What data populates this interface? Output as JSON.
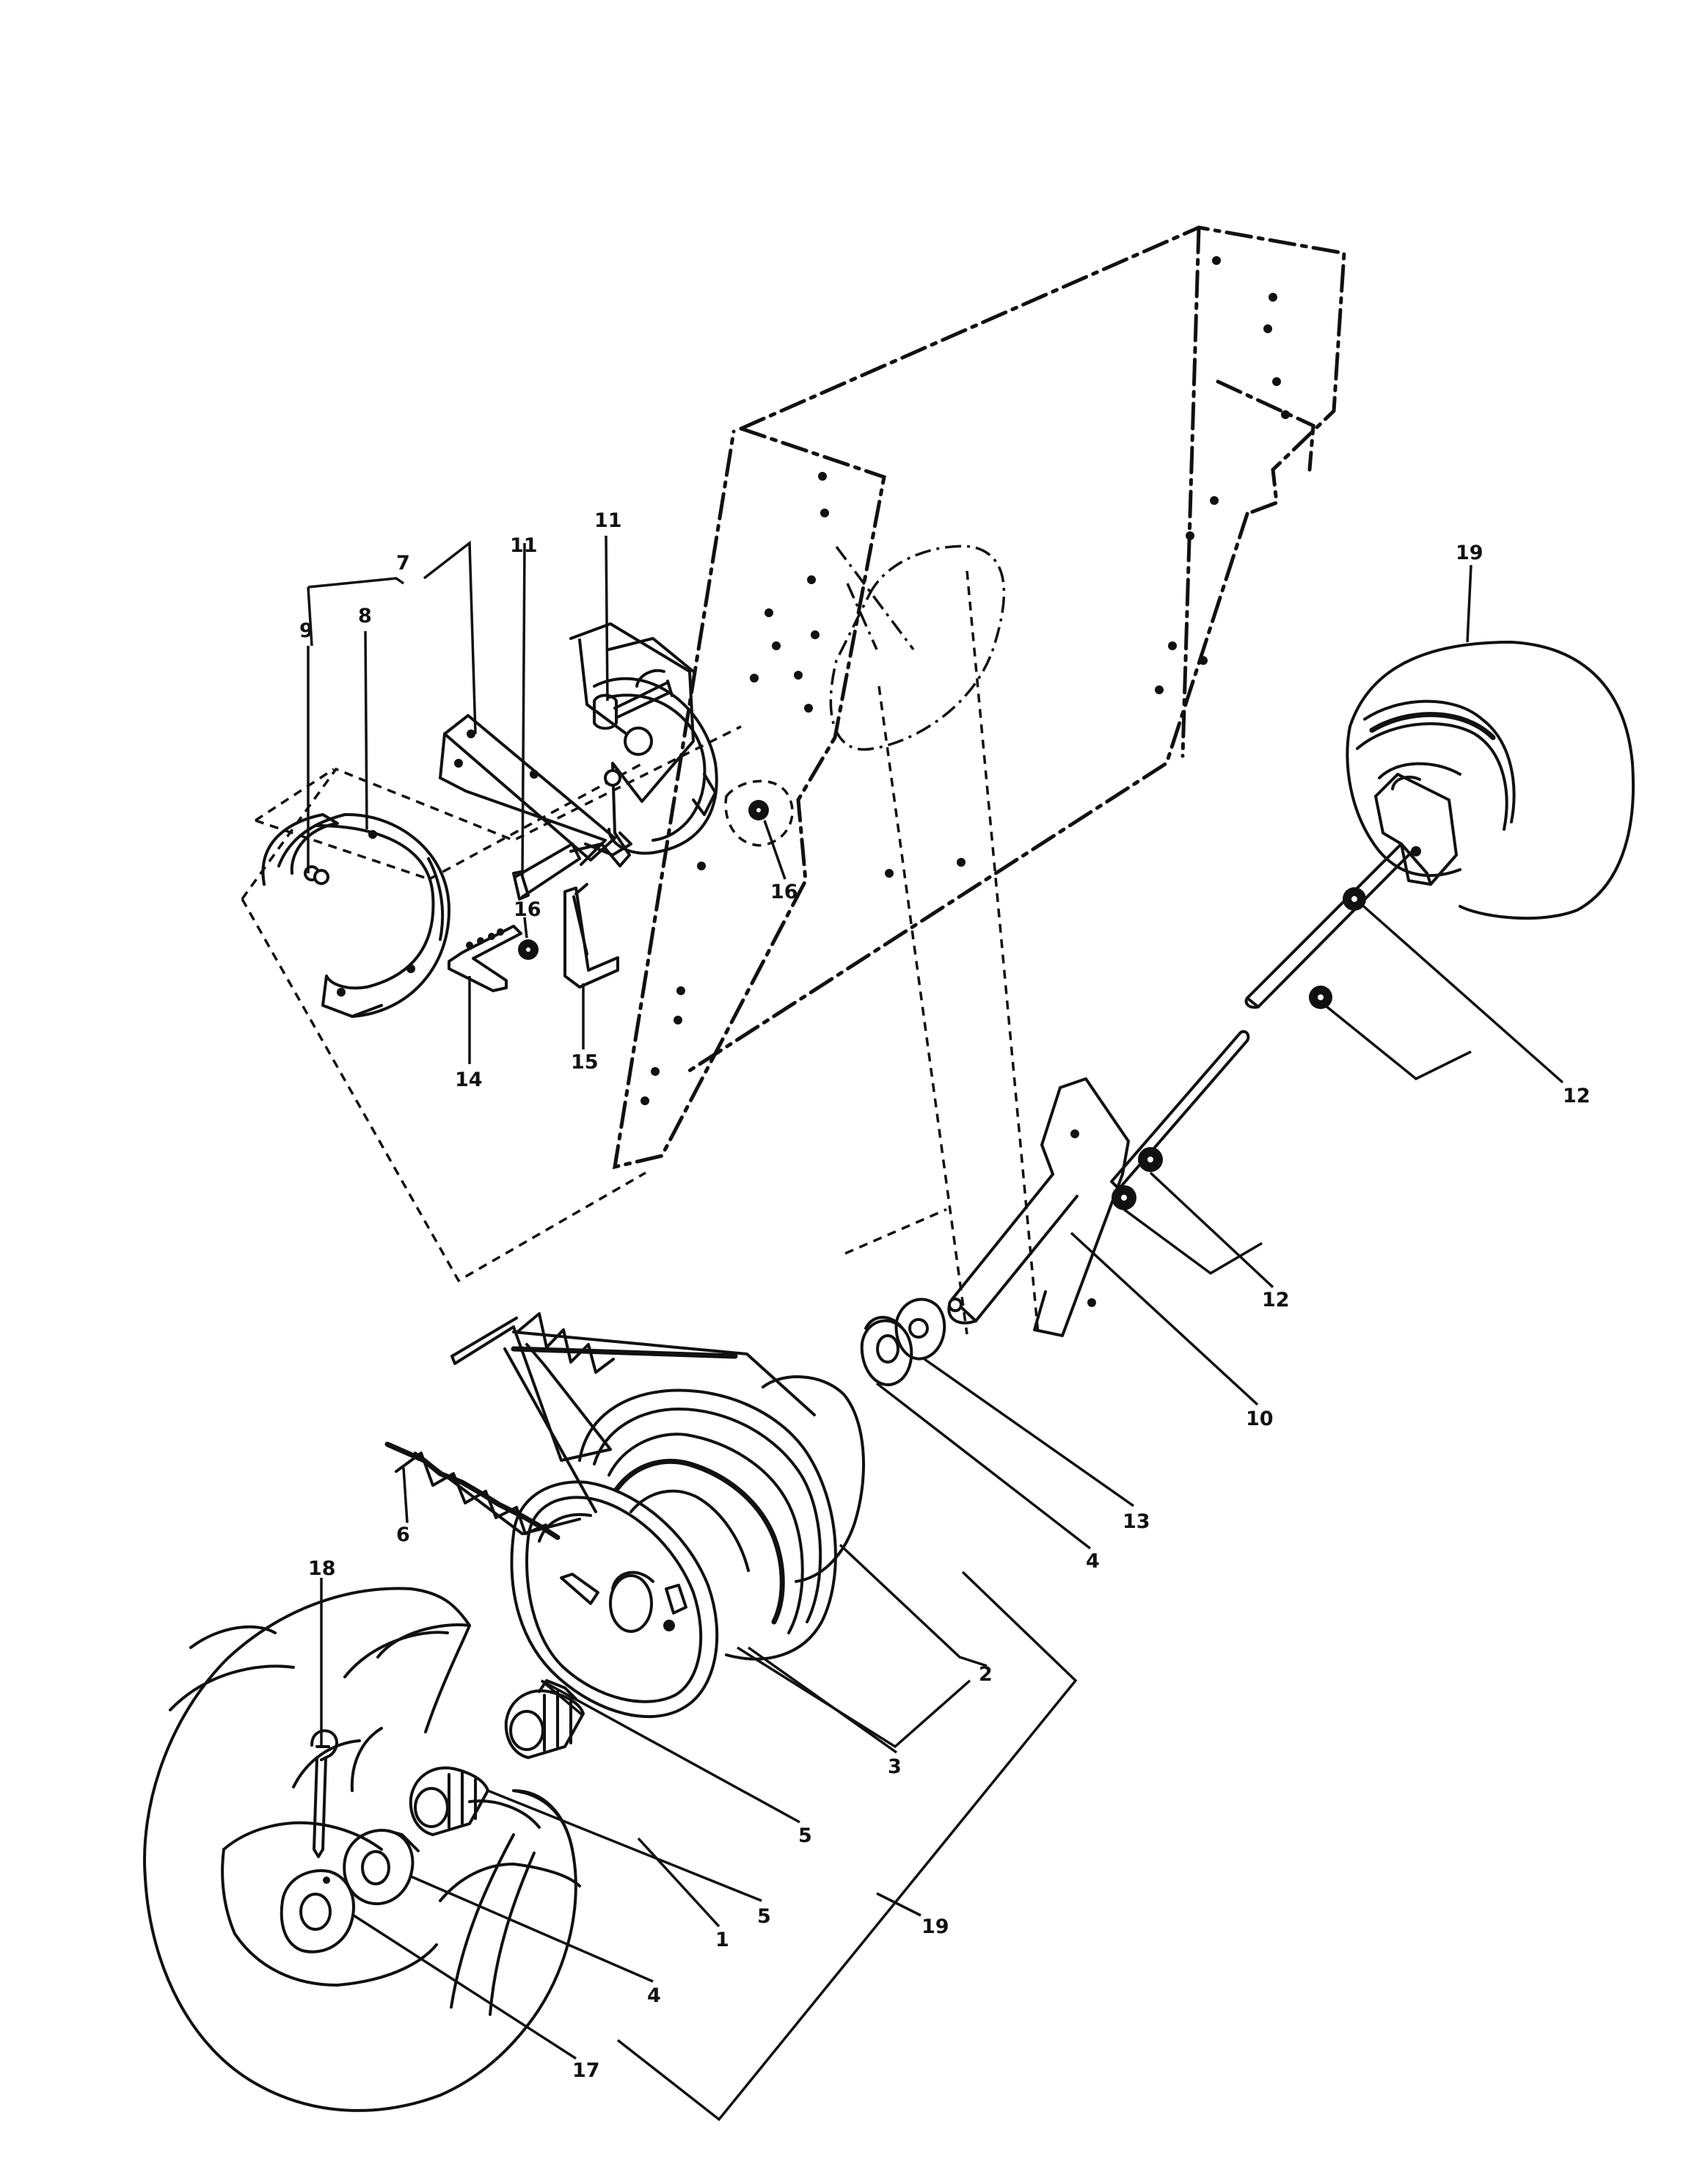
{
  "callouts": [
    {
      "id": "c1",
      "text": "1"
    },
    {
      "id": "c2",
      "text": "2"
    },
    {
      "id": "c3",
      "text": "3"
    },
    {
      "id": "c4a",
      "text": "4"
    },
    {
      "id": "c4b",
      "text": "4"
    },
    {
      "id": "c5a",
      "text": "5"
    },
    {
      "id": "c5b",
      "text": "5"
    },
    {
      "id": "c6",
      "text": "6"
    },
    {
      "id": "c7",
      "text": "7"
    },
    {
      "id": "c8",
      "text": "8"
    },
    {
      "id": "c9",
      "text": "9"
    },
    {
      "id": "c10",
      "text": "10"
    },
    {
      "id": "c11a",
      "text": "11"
    },
    {
      "id": "c11b",
      "text": "11"
    },
    {
      "id": "c12a",
      "text": "12"
    },
    {
      "id": "c12b",
      "text": "12"
    },
    {
      "id": "c13",
      "text": "13"
    },
    {
      "id": "c14",
      "text": "14"
    },
    {
      "id": "c15",
      "text": "15"
    },
    {
      "id": "c16a",
      "text": "16"
    },
    {
      "id": "c16b",
      "text": "16"
    },
    {
      "id": "c17",
      "text": "17"
    },
    {
      "id": "c18",
      "text": "18"
    },
    {
      "id": "c19a",
      "text": "19"
    },
    {
      "id": "c19b",
      "text": "19"
    }
  ]
}
